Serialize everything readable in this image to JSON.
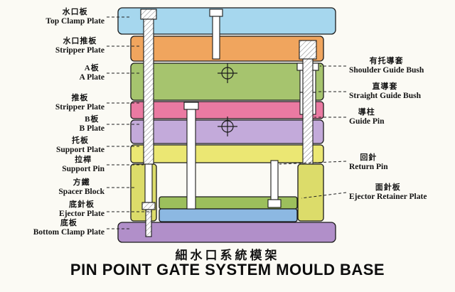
{
  "title": {
    "cn": "細水口系統模架",
    "en": "PIN POINT GATE SYSTEM MOULD BASE"
  },
  "left_labels": [
    {
      "cn": "水口板",
      "en": "Top Clamp Plate"
    },
    {
      "cn": "水口推板",
      "en": "Stripper Plate"
    },
    {
      "cn": "A板",
      "en": "A Plate"
    },
    {
      "cn": "推板",
      "en": "Stripper Plate"
    },
    {
      "cn": "B板",
      "en": "B Plate"
    },
    {
      "cn": "托板",
      "en": "Support Plate"
    },
    {
      "cn": "拉桿",
      "en": "Support Pin"
    },
    {
      "cn": "方鐵",
      "en": "Spacer Block"
    },
    {
      "cn": "底針板",
      "en": "Ejector Plate"
    },
    {
      "cn": "底板",
      "en": "Bottom Clamp Plate"
    }
  ],
  "right_labels": [
    {
      "cn": "有托導套",
      "en": "Shoulder Guide Bush"
    },
    {
      "cn": "直導套",
      "en": "Straight Guide Bush"
    },
    {
      "cn": "導柱",
      "en": "Guide Pin"
    },
    {
      "cn": "回針",
      "en": "Return Pin"
    },
    {
      "cn": "面針板",
      "en": "Ejector Retainer Plate"
    }
  ],
  "colors": {
    "background": "#fbfaf4",
    "top_clamp_plate": "#a6d7ee",
    "stripper_plate_upper": "#f0a55e",
    "a_plate": "#a6c46e",
    "stripper_plate_lower": "#ea7aa2",
    "b_plate": "#c3aada",
    "support_plate": "#ebe773",
    "spacer_block": "#dcdc6a",
    "ejector_retainer_plate": "#9cbf5c",
    "ejector_plate": "#8cb8e2",
    "bottom_clamp_plate": "#b18fc9",
    "outline": "#1b1b1b"
  }
}
